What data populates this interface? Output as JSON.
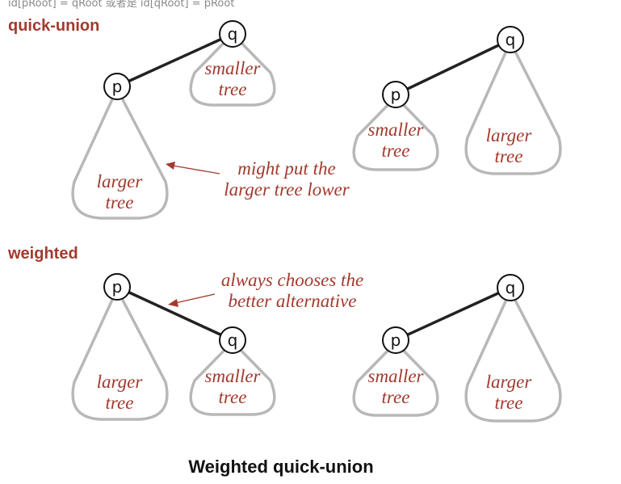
{
  "top_text": "id[pRoot] = qRoot 或者是 id[qRoot] = pRoot",
  "sections": {
    "quick_union": "quick-union",
    "weighted": "weighted"
  },
  "nodes": {
    "p": "p",
    "q": "q"
  },
  "trees": {
    "smaller_line1": "smaller",
    "larger_line1": "larger",
    "line2": "tree"
  },
  "notes": {
    "qu_line1": "might put the",
    "qu_line2": "larger tree lower",
    "w_line1": "always chooses the",
    "w_line2": "better alternative"
  },
  "caption": "Weighted quick-union",
  "colors": {
    "accent": "#a33a2e",
    "tree_outline": "#b8b8b8",
    "edge": "#222222"
  }
}
